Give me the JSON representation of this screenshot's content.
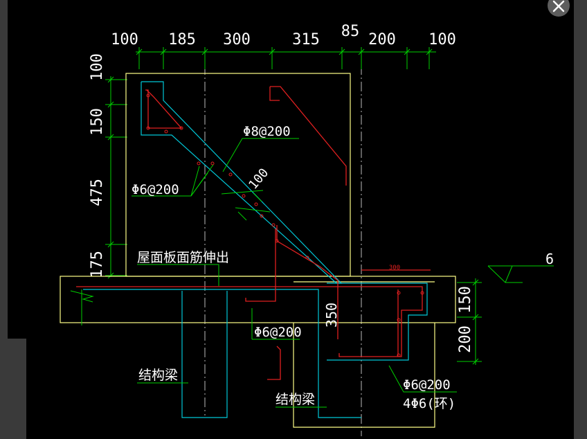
{
  "viewer": {
    "close_icon": "close-icon",
    "colors": {
      "canvas": "#000000",
      "frame": "#3a3a3a",
      "dimension": "#00d000",
      "outline": "#ffff88",
      "rebar": "#e02020",
      "rebar_outline": "#00c8d8",
      "leader": "#00d000",
      "text": "#ffffff",
      "centerline": "#bbbbbb"
    }
  },
  "dimensions": {
    "top": [
      "100",
      "185",
      "300",
      "315",
      "85",
      "200",
      "100"
    ],
    "left": [
      "100",
      "150",
      "475",
      "175"
    ],
    "right": [
      "150",
      "200"
    ],
    "diagonal": "100",
    "beam_top": "300",
    "vertical_center": "350"
  },
  "labels": {
    "rebar_8_200": "Φ8@200",
    "rebar_6_200_left": "Φ6@200",
    "roof_slab": "屋面板面筋伸出",
    "rebar_6_200_mid": "Φ6@200",
    "structural_beam_left": "结构梁",
    "structural_beam_right": "结构梁",
    "rebar_6_200_right": "Φ6@200",
    "rebar_4_6": "4Φ6(环)",
    "section_mark": "6"
  }
}
